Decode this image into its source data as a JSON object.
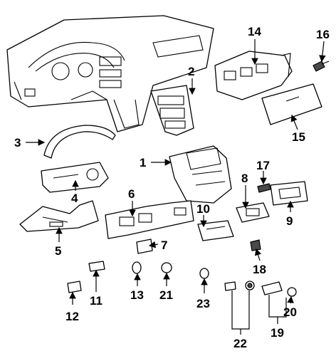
{
  "callouts": {
    "c1": "1",
    "c2": "2",
    "c3": "3",
    "c4": "4",
    "c5": "5",
    "c6": "6",
    "c7": "7",
    "c8": "8",
    "c9": "9",
    "c10": "10",
    "c11": "11",
    "c12": "12",
    "c13": "13",
    "c14": "14",
    "c15": "15",
    "c16": "16",
    "c17": "17",
    "c18": "18",
    "c19": "19",
    "c20": "20",
    "c21": "21",
    "c22": "22",
    "c23": "23"
  },
  "colors": {
    "line": "#000000",
    "background": "#ffffff",
    "shade": "#4a4a4a"
  }
}
